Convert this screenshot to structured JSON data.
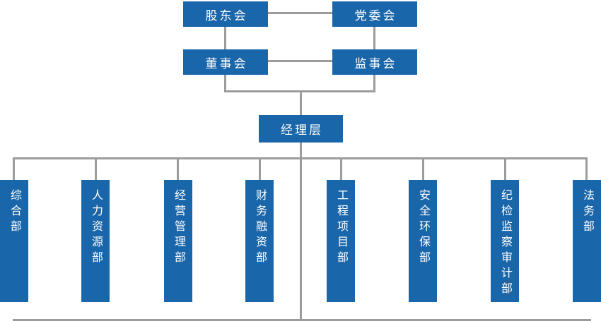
{
  "colors": {
    "node_fill": "#1a66aa",
    "node_text": "#ffffff",
    "connector": "#9c9c9c",
    "background": "#ffffff"
  },
  "org_chart": {
    "governance": {
      "shareholders": "股东会",
      "party_committee": "党委会",
      "board_of_directors": "董事会",
      "supervisory_board": "监事会",
      "management": "经理层"
    },
    "departments": [
      "综合部",
      "人力资源部",
      "经营管理部",
      "财务融资部",
      "工程项目部",
      "安全环保部",
      "纪检监察审计部",
      "法务部"
    ]
  }
}
